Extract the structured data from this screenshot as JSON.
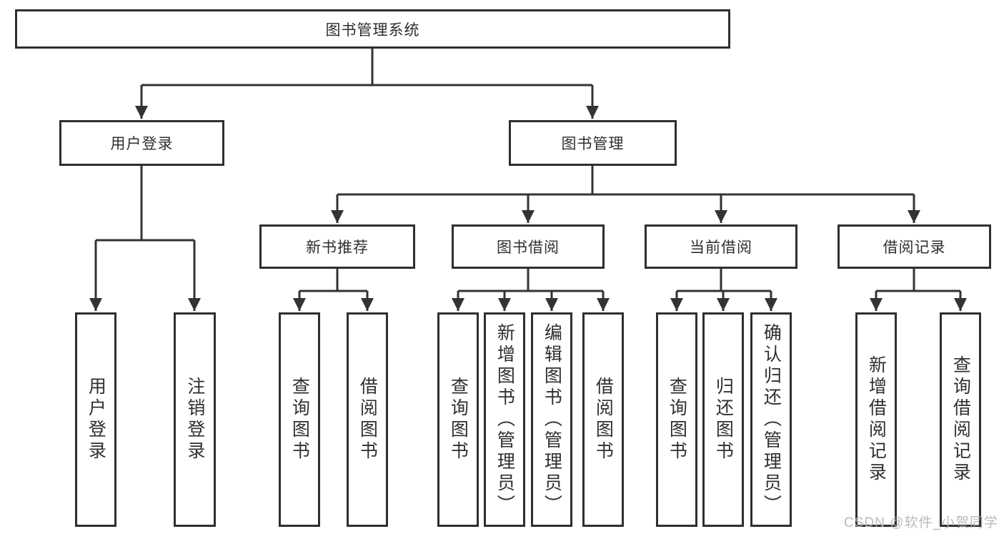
{
  "tree": {
    "root": {
      "label": "图书管理系统"
    },
    "branches": [
      {
        "label": "用户登录",
        "children": [
          "用户登录",
          "注销登录"
        ]
      },
      {
        "label": "图书管理",
        "children": [
          {
            "label": "新书推荐",
            "children": [
              "查询图书",
              "借阅图书"
            ]
          },
          {
            "label": "图书借阅",
            "children": [
              "查询图书",
              "新增图书（管理员）",
              "编辑图书（管理员）",
              "借阅图书"
            ]
          },
          {
            "label": "当前借阅",
            "children": [
              "查询图书",
              "归还图书",
              "确认归还（管理员）"
            ]
          },
          {
            "label": "借阅记录",
            "children": [
              "新增借阅记录",
              "查询借阅记录"
            ]
          }
        ]
      }
    ]
  },
  "watermark": "CSDN @软件_小贺同学",
  "colors": {
    "border": "#2f2f2f",
    "line": "#333333",
    "text": "#2f2f2f",
    "watermark": "#b3b3b3"
  }
}
